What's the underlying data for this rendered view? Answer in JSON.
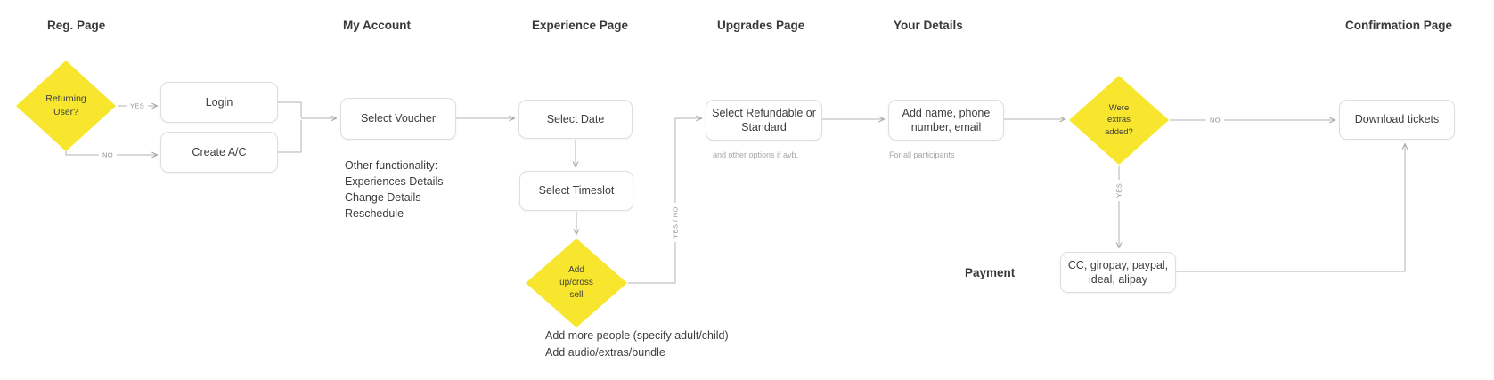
{
  "headers": {
    "reg_page": "Reg. Page",
    "my_account": "My Account",
    "experience_page": "Experience Page",
    "upgrades_page": "Upgrades Page",
    "your_details": "Your Details",
    "payment": "Payment",
    "confirmation_page": "Confirmation Page"
  },
  "nodes": {
    "login": {
      "label": "Login"
    },
    "create_account": {
      "label": "Create A/C"
    },
    "select_voucher": {
      "label": "Select Voucher"
    },
    "select_date": {
      "label": "Select Date"
    },
    "select_timeslot": {
      "label": "Select Timeslot"
    },
    "select_refundable": {
      "label": "Select Refundable or Standard"
    },
    "add_details": {
      "label": "Add name, phone number, email"
    },
    "download_tickets": {
      "label": "Download tickets"
    },
    "payment_methods": {
      "label": "CC, giropay, paypal, ideal, alipay"
    }
  },
  "decisions": {
    "returning_user": {
      "label": "Returning\nUser?"
    },
    "up_cross_sell": {
      "label": "Add\nup/cross\nsell"
    },
    "extras_added": {
      "label": "Were\nextras\nadded?"
    }
  },
  "annotations": {
    "my_account_notes": "Other functionality:\nExperiences Details\nChange Details\nReschedule",
    "cross_sell_notes": "Add more people (specify adult/child)\nAdd audio/extras/bundle",
    "refundable_caption": "and other options if avb.",
    "details_caption": "For all participants"
  },
  "connector_labels": {
    "yes_login": "YES",
    "no_create": "NO",
    "yes_no_upsell": "YES / NO",
    "no_extras": "NO",
    "yes_extras": "YES"
  },
  "colors": {
    "diamond_fill": "#F7E62D",
    "box_border": "#dedede",
    "connector": "#b3b3b3",
    "header_text": "#383838",
    "node_text": "#3d3d3d",
    "caption_text": "#a6a6a6",
    "connector_label_text": "#8f8f8f"
  }
}
